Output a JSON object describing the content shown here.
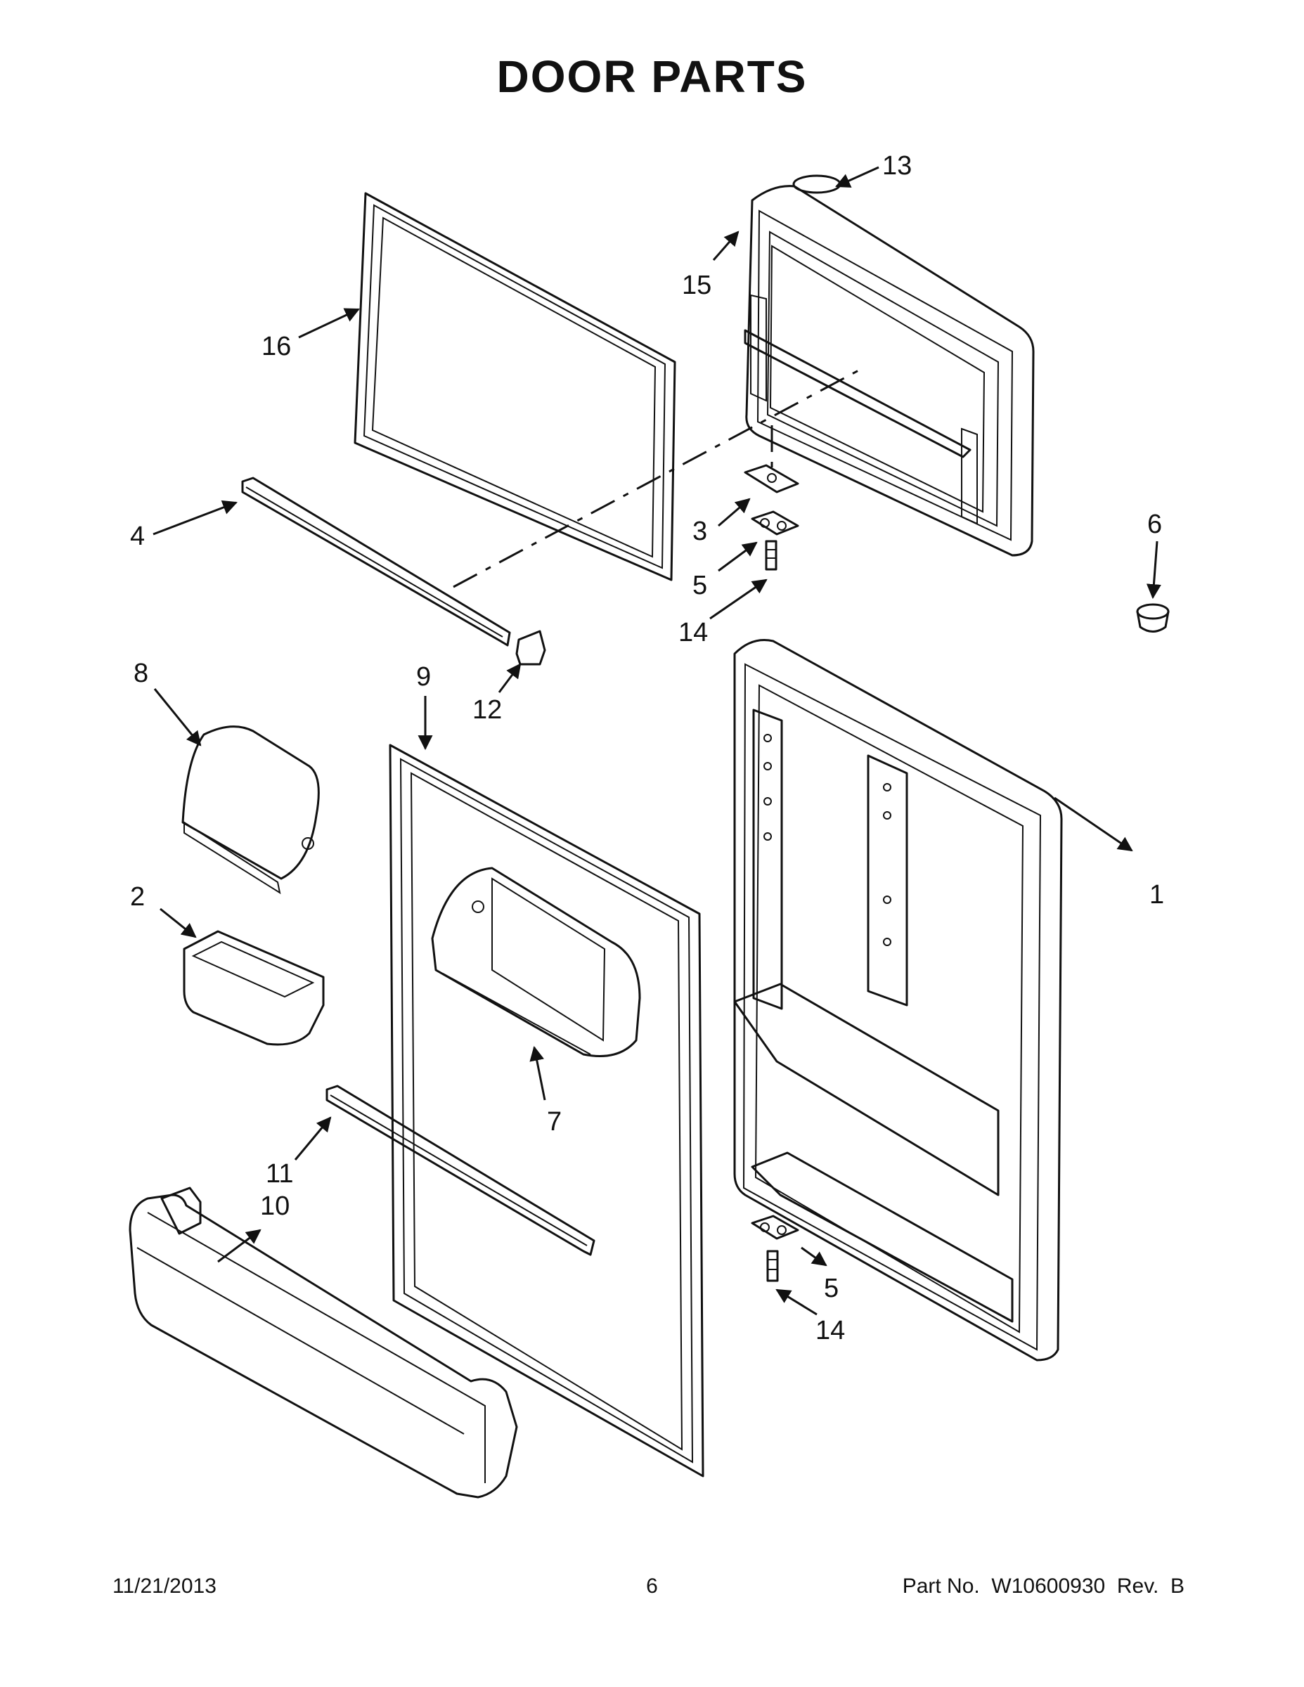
{
  "page": {
    "title": "DOOR PARTS",
    "footer": {
      "date": "11/21/2013",
      "page_number": "6",
      "part_no": "Part No.  W10600930  Rev.  B"
    }
  },
  "callouts": [
    "1",
    "2",
    "3",
    "4",
    "5",
    "5",
    "6",
    "7",
    "8",
    "9",
    "10",
    "11",
    "12",
    "13",
    "14",
    "14",
    "15",
    "16"
  ]
}
